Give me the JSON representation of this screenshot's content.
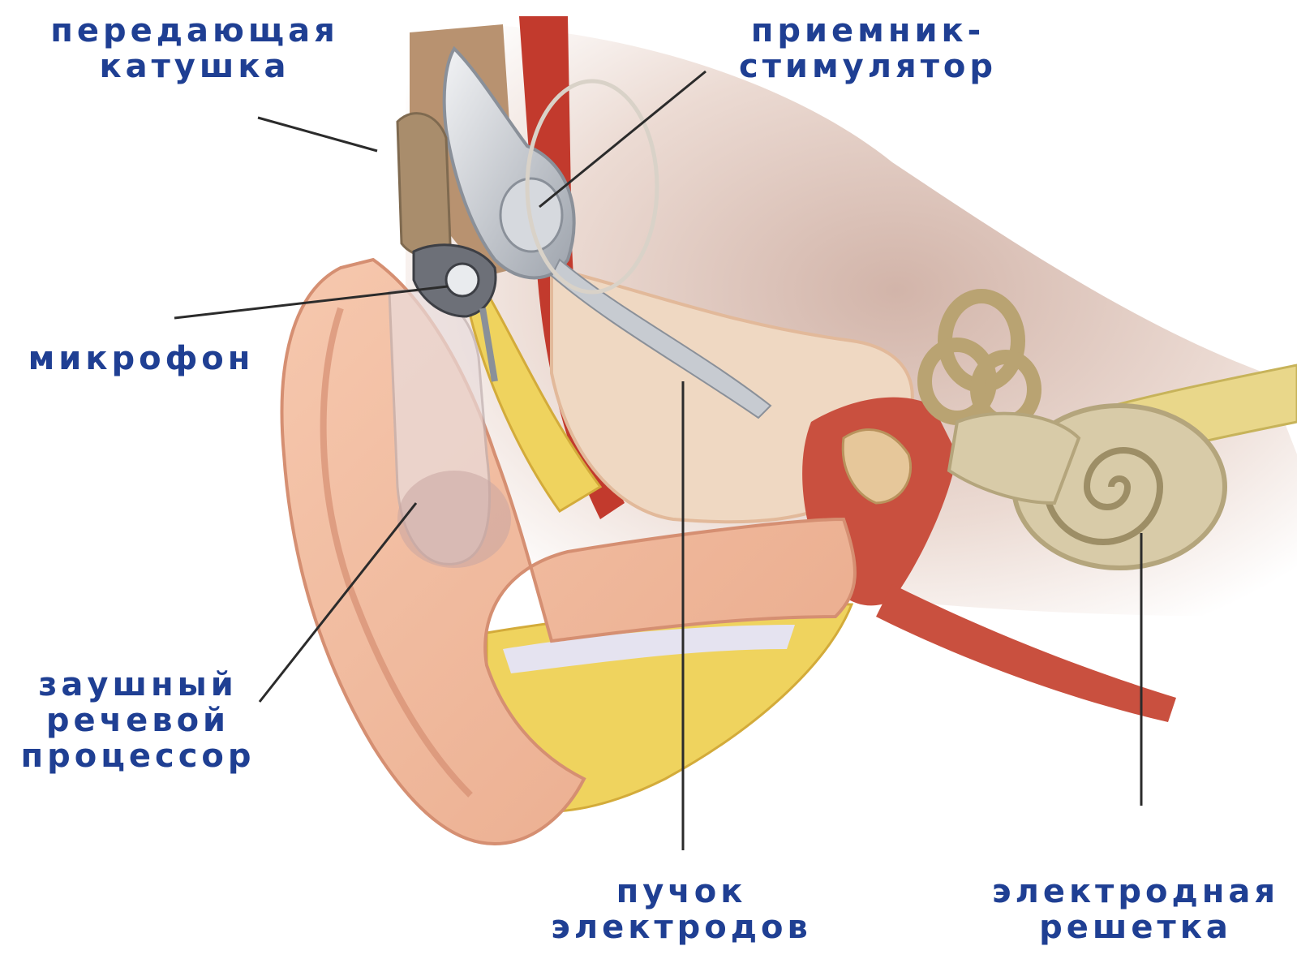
{
  "colors": {
    "label": "#1f3f93",
    "leader": "#2b2b2b",
    "skin": "#f1b99b",
    "bone": "#f0d9c4",
    "fat": "#efd35e",
    "vessel": "#c23a2d",
    "cochlea": "#cdbf99",
    "implant": "#c7cbd1"
  },
  "labels": {
    "transmitter_coil": [
      "передающая",
      "катушка"
    ],
    "receiver_stimulator": [
      "приемник-",
      "стимулятор"
    ],
    "microphone": [
      "микрофон"
    ],
    "speech_processor": [
      "заушный",
      "речевой",
      "процессор"
    ],
    "electrode_bundle": [
      "пучок",
      "электродов"
    ],
    "electrode_array": [
      "электродная",
      "решетка"
    ]
  }
}
